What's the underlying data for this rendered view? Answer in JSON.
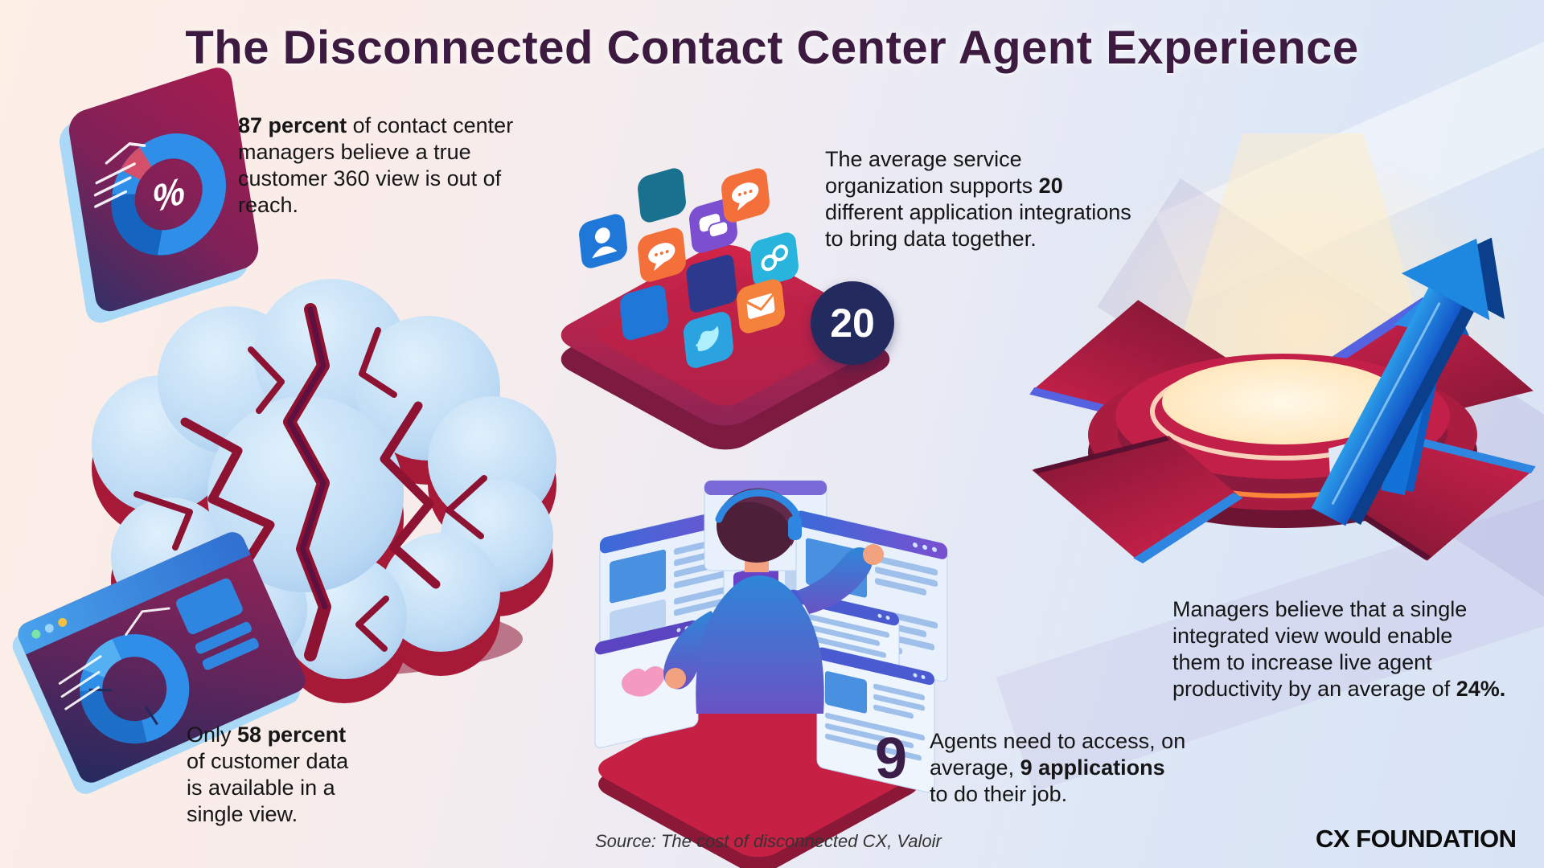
{
  "title": "The Disconnected Contact Center Agent Experience",
  "stats": {
    "managers_360": {
      "bold": "87 percent",
      "post": " of contact center\nmanagers believe a true\ncustomer 360 view is out of\nreach."
    },
    "integrations": {
      "pre": "The average service\norganization supports ",
      "bold": "20",
      "post": "\ndifferent application integrations\nto bring data together.",
      "badge": "20"
    },
    "single_view": {
      "pre": "Only ",
      "bold": "58 percent",
      "post": "\nof customer data\nis available in a\nsingle view."
    },
    "agent_apps": {
      "number": "9",
      "pre": "Agents need to access, on\naverage, ",
      "bold": "9 applications",
      "post": "\nto do their job."
    },
    "productivity": {
      "pre": "Managers believe that a single\nintegrated view would enable\nthem to increase live agent\nproductivity by an average of ",
      "bold": "24%."
    }
  },
  "illustrations": {
    "percent_symbol": "%",
    "app_icons": [
      "user-icon",
      "app-icon",
      "message-icon",
      "chat-icon",
      "chat-icon",
      "link-icon",
      "app-icon",
      "app-icon",
      "mail-icon",
      "twitter-icon"
    ],
    "scenes": [
      "percent-dashboard",
      "cracked-brain",
      "analytics-browser",
      "app-integration-platform",
      "agent-multiscreen-workstation",
      "growth-arrow-platform"
    ]
  },
  "colors": {
    "title": "#3d1b40",
    "crimson": "#b51e44",
    "navy_badge": "#222a5e",
    "blue": "#1f7fd8",
    "light_blue": "#a9d9f6",
    "glow_center": "#fff6e0",
    "background_left": "#fdeee6",
    "background_right": "#d8e3f4"
  },
  "footer": {
    "source": "Source: The cost of disconnected CX, Valoir",
    "logo": "CX FOUNDATION"
  }
}
